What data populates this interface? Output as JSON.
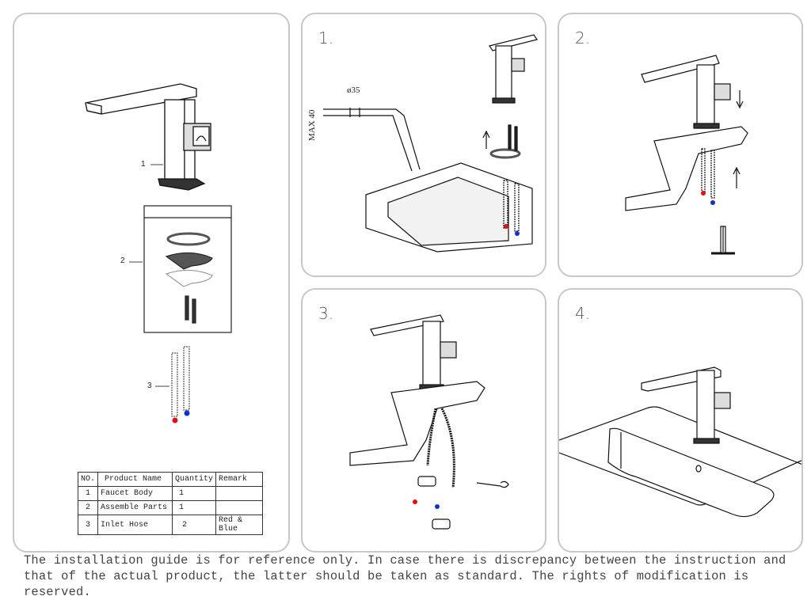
{
  "parts_panel": {
    "callouts": [
      "1",
      "2",
      "3"
    ],
    "table": {
      "headers": [
        "NO.",
        "Product Name",
        "Quantity",
        "Remark"
      ],
      "rows": [
        {
          "no": "1",
          "name": "Faucet Body",
          "qty": "1",
          "remark": ""
        },
        {
          "no": "2",
          "name": "Assemble Parts",
          "qty": "1",
          "remark": ""
        },
        {
          "no": "3",
          "name": "Inlet Hose",
          "qty": "2",
          "remark": "Red & Blue"
        }
      ]
    }
  },
  "steps": [
    {
      "label": "1.",
      "dimensions": {
        "hole_diameter": "ø35",
        "max_thickness": "MAX 40"
      }
    },
    {
      "label": "2."
    },
    {
      "label": "3."
    },
    {
      "label": "4."
    }
  ],
  "colors": {
    "hot": "#e01010",
    "cold": "#1030d0",
    "border": "#c8c8c8"
  },
  "disclaimer": "The installation guide is for reference only. In case there is discrepancy between the instruction and that of the actual product, the latter should be taken as standard. The rights of modification is reserved."
}
